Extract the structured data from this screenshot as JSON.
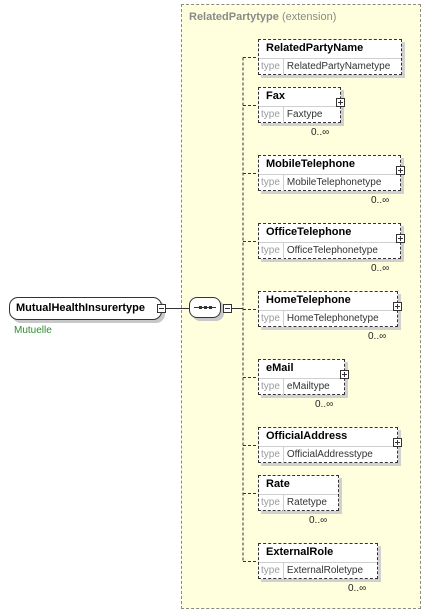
{
  "extension": {
    "name": "RelatedPartytype",
    "note": "(extension)"
  },
  "root": {
    "name": "MutualHealthInsurertype",
    "annotation": "Mutuelle"
  },
  "type_label": "type",
  "children": [
    {
      "id": "related-party-name",
      "name": "RelatedPartyName",
      "type": "RelatedPartyNametype",
      "cardinality": "",
      "expandable": false
    },
    {
      "id": "fax",
      "name": "Fax",
      "type": "Faxtype",
      "cardinality": "0..∞",
      "expandable": true
    },
    {
      "id": "mobile-telephone",
      "name": "MobileTelephone",
      "type": "MobileTelephonetype",
      "cardinality": "0..∞",
      "expandable": true
    },
    {
      "id": "office-telephone",
      "name": "OfficeTelephone",
      "type": "OfficeTelephonetype",
      "cardinality": "0..∞",
      "expandable": true
    },
    {
      "id": "home-telephone",
      "name": "HomeTelephone",
      "type": "HomeTelephonetype",
      "cardinality": "0..∞",
      "expandable": true
    },
    {
      "id": "email",
      "name": "eMail",
      "type": "eMailtype",
      "cardinality": "0..∞",
      "expandable": true
    },
    {
      "id": "official-address",
      "name": "OfficialAddress",
      "type": "OfficialAddresstype",
      "cardinality": "",
      "expandable": true
    },
    {
      "id": "rate",
      "name": "Rate",
      "type": "Ratetype",
      "cardinality": "0..∞",
      "expandable": false
    },
    {
      "id": "external-role",
      "name": "ExternalRole",
      "type": "ExternalRoletype",
      "cardinality": "0..∞",
      "expandable": false
    }
  ]
}
